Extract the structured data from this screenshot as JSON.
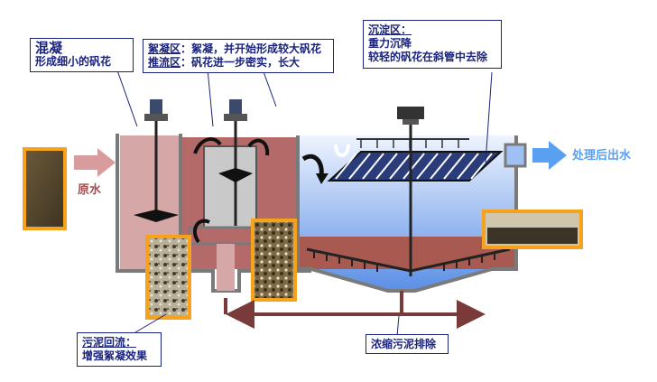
{
  "diagram": {
    "mixing": {
      "title": "混凝",
      "desc": "形成细小的矾花"
    },
    "flocculation": {
      "line1_key": "絮凝区",
      "line1_text": "：絮凝，并开始形成较大矾花",
      "line2_key": "推流区",
      "line2_text": "：矾花进一步密实，长大"
    },
    "sedimentation": {
      "title": "沉淀区：",
      "line1": "重力沉降",
      "line2": "较轻的矾花在斜管中去除"
    },
    "inlet_label": "原水",
    "outlet_label": "处理后出水",
    "sludge_return": {
      "title": "污泥回流：",
      "desc": "增强絮凝效果"
    },
    "sludge_discharge": "浓缩污泥排除",
    "colors": {
      "wall": "#7a7a7a",
      "mixing_fill": "#d6a7a7",
      "floc_fill": "#b56a6a",
      "sludge_fill": "#a85a50",
      "water_top": "#e9f1ff",
      "water_bottom": "#5b8fe6",
      "arrow_in": "#d99c9c",
      "arrow_out": "#5aa0f0",
      "sludge_line": "#7a3a3a",
      "callout_border": "#1a237e",
      "photo_frame": "#f7a21b"
    }
  }
}
